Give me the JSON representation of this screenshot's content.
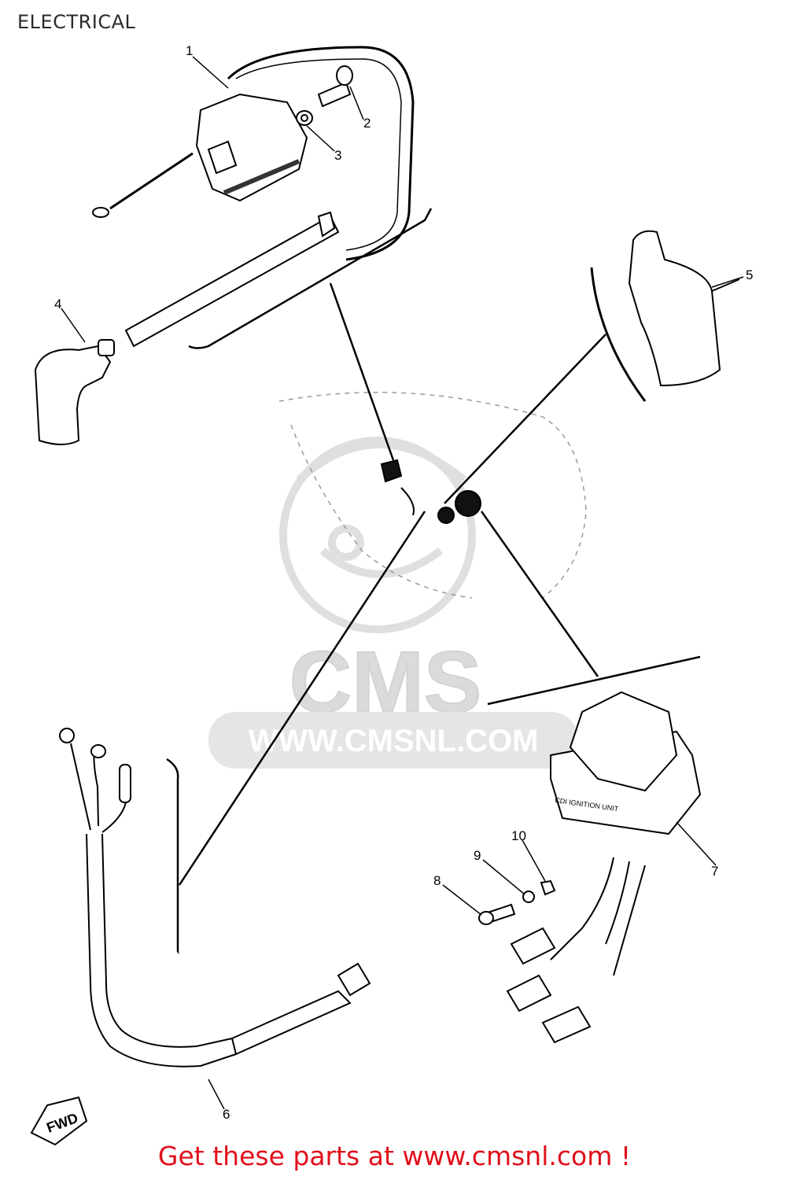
{
  "header": {
    "title": "ELECTRICAL"
  },
  "callouts": [
    {
      "id": "1",
      "label": "1"
    },
    {
      "id": "2",
      "label": "2"
    },
    {
      "id": "3",
      "label": "3"
    },
    {
      "id": "4",
      "label": "4"
    },
    {
      "id": "5",
      "label": "5"
    },
    {
      "id": "6",
      "label": "6"
    },
    {
      "id": "7",
      "label": "7"
    },
    {
      "id": "8",
      "label": "8"
    },
    {
      "id": "9",
      "label": "9"
    },
    {
      "id": "10",
      "label": "10"
    }
  ],
  "part_labels": {
    "cdi_unit_text": "CDI IGNITION UNIT",
    "fwd_marker": "FWD"
  },
  "watermark": {
    "brand": "CMS",
    "url": "WWW.CMSNL.COM"
  },
  "footer": {
    "link_text": "Get these parts at www.cmsnl.com !"
  },
  "colors": {
    "link": "#e0101a",
    "line": "#000000",
    "watermark": "#d8d8d8"
  }
}
